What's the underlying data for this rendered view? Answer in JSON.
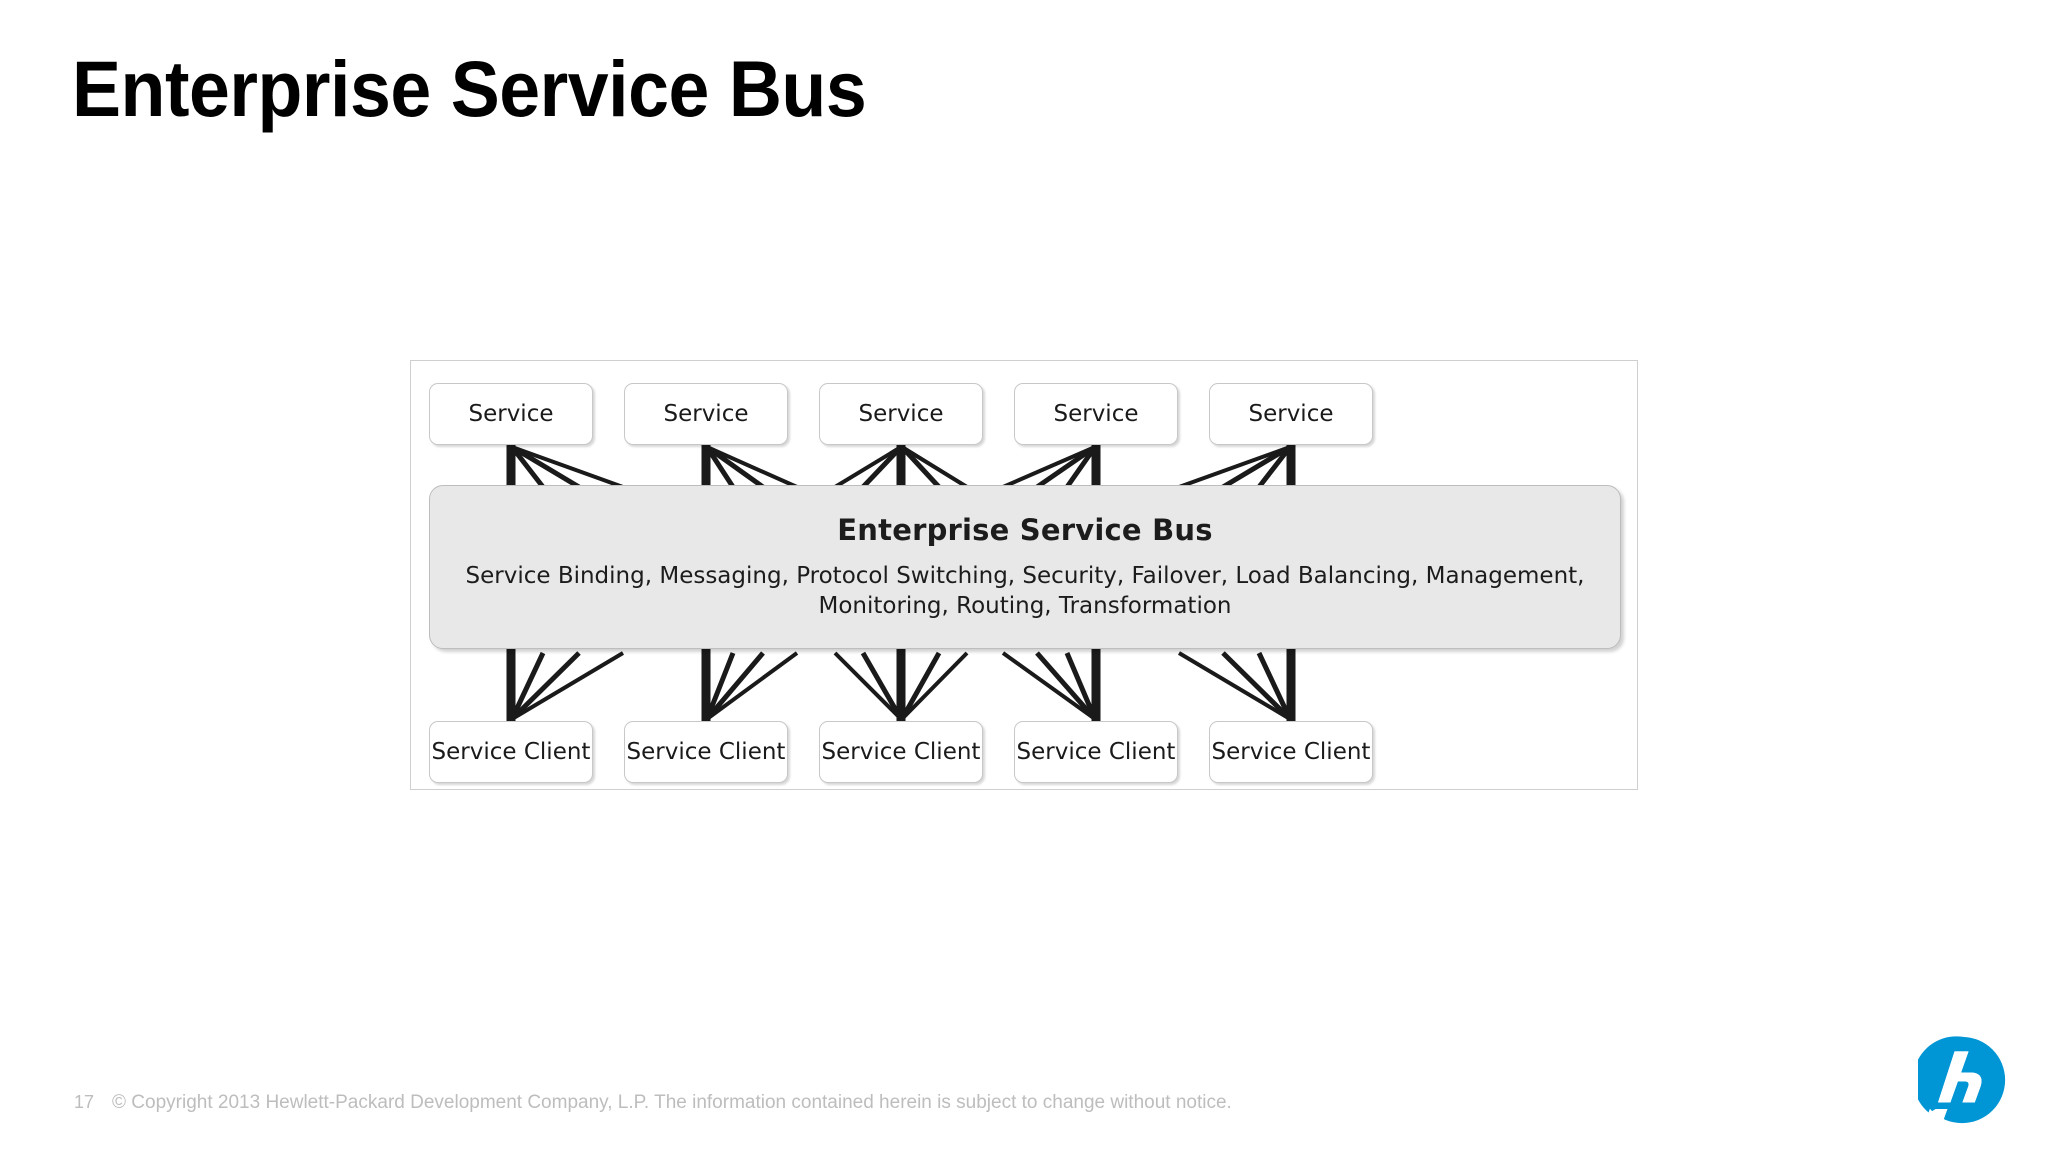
{
  "slide": {
    "title": "Enterprise Service Bus"
  },
  "diagram": {
    "top_nodes": [
      {
        "label": "Service"
      },
      {
        "label": "Service"
      },
      {
        "label": "Service"
      },
      {
        "label": "Service"
      },
      {
        "label": "Service"
      }
    ],
    "bottom_nodes": [
      {
        "label": "Service Client"
      },
      {
        "label": "Service Client"
      },
      {
        "label": "Service Client"
      },
      {
        "label": "Service Client"
      },
      {
        "label": "Service Client"
      }
    ],
    "bus": {
      "title": "Enterprise Service Bus",
      "description": "Service Binding, Messaging, Protocol Switching, Security, Failover, Load Balancing, Management, Monitoring, Routing, Transformation"
    }
  },
  "footer": {
    "page_number": "17",
    "copyright": "© Copyright 2013 Hewlett-Packard Development Company, L.P.  The information contained herein is subject to change without notice."
  },
  "branding": {
    "logo_name": "hp-logo",
    "logo_text": "hp",
    "logo_color": "#0096D6"
  },
  "colors": {
    "title_text": "#000000",
    "box_border": "#c8c8c8",
    "bus_fill": "#e8e8e8",
    "frame_border": "#cfcfcf",
    "footer_text": "#bdbdbd",
    "connector": "#1a1a1a"
  }
}
